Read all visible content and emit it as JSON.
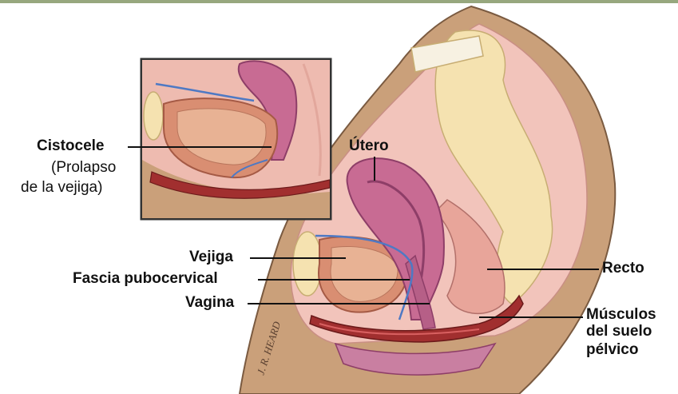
{
  "labels": {
    "cistocele": "Cistocele",
    "prolapso_line1": "(Prolapso",
    "prolapso_line2": "de la vejiga)",
    "utero": "Útero",
    "vejiga": "Vejiga",
    "fascia": "Fascia pubocervical",
    "vagina": "Vagina",
    "recto": "Recto",
    "musculos_line1": "Músculos",
    "musculos_line2": "del suelo",
    "musculos_line3": "pélvico"
  },
  "signature": "J. R. HEARD",
  "colors": {
    "topbar": "#97a77e",
    "skin": "#caa07a",
    "tissue": "#f2c4bb",
    "uterus": "#c86b93",
    "bladder": "#d98e72",
    "bone": "#f5e2b0",
    "muscle": "#a12f2f",
    "fascia": "#4e79c4"
  }
}
